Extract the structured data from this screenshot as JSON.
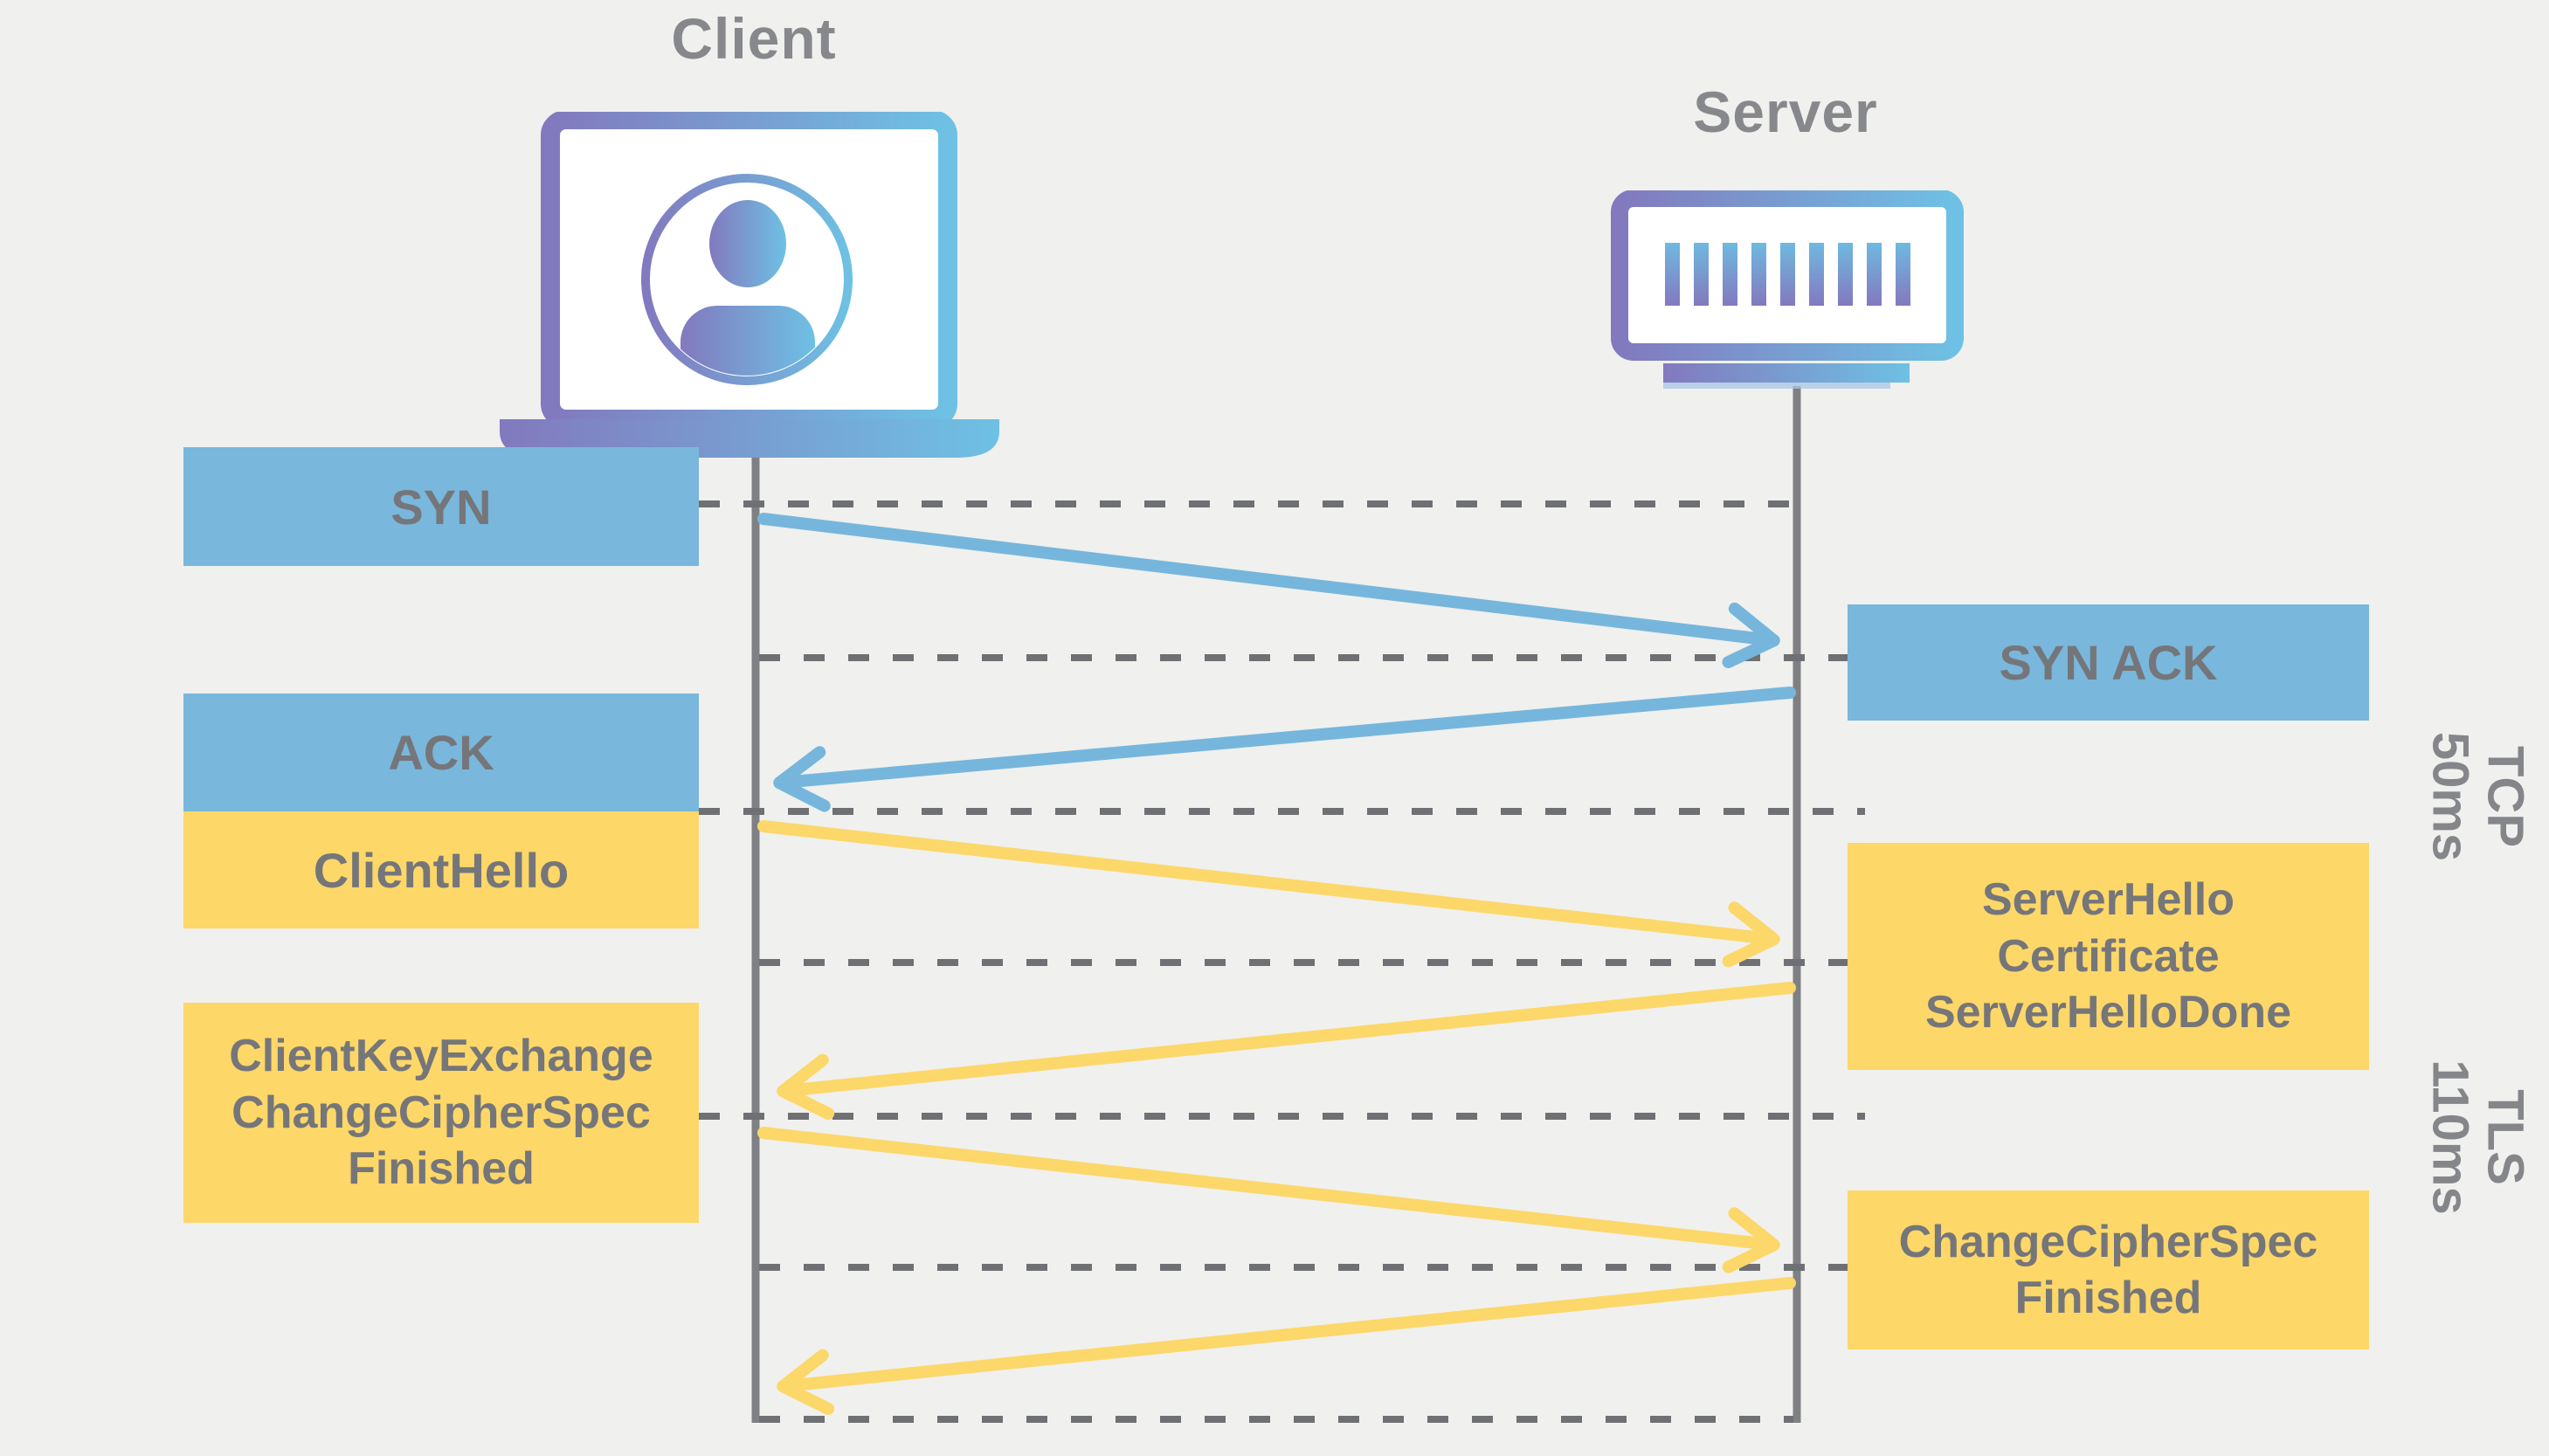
{
  "titles": {
    "client": "Client",
    "server": "Server"
  },
  "icons": {
    "client": "laptop-user-icon",
    "server": "server-rack-icon"
  },
  "boxes": {
    "syn": {
      "label": "SYN",
      "direction": "client-to-server",
      "protocol": "TCP"
    },
    "syn_ack": {
      "label": "SYN ACK",
      "direction": "server-to-client",
      "protocol": "TCP"
    },
    "ack": {
      "label": "ACK",
      "direction": "client-to-server",
      "protocol": "TCP"
    },
    "client_hello": {
      "label": "ClientHello",
      "direction": "client-to-server",
      "protocol": "TLS"
    },
    "server_hello": {
      "lines": [
        "ServerHello",
        "Certificate",
        "ServerHelloDone"
      ],
      "direction": "server-to-client",
      "protocol": "TLS"
    },
    "client_key_exchange": {
      "lines": [
        "ClientKeyExchange",
        "ChangeCipherSpec",
        "Finished"
      ],
      "direction": "client-to-server",
      "protocol": "TLS"
    },
    "change_cipher_spec": {
      "lines": [
        "ChangeCipherSpec",
        "Finished"
      ],
      "direction": "server-to-client",
      "protocol": "TLS"
    }
  },
  "phases": {
    "tcp": {
      "protocol": "TCP",
      "latency": "50ms"
    },
    "tls": {
      "protocol": "TLS",
      "latency": "110ms"
    }
  },
  "colors": {
    "tcp_message_fill": "#79b7dc",
    "tls_message_fill": "#fdd768",
    "tcp_arrow": "#76b6dc",
    "tls_arrow": "#fcd76a",
    "box_text": "#75767a",
    "title_text": "#87888b",
    "dashed_line": "#6f7073",
    "lifeline": "#7f8083",
    "background": "#f0f0ee",
    "icon_gradient_start": "#8279be",
    "icon_gradient_end": "#6ec1e4"
  }
}
